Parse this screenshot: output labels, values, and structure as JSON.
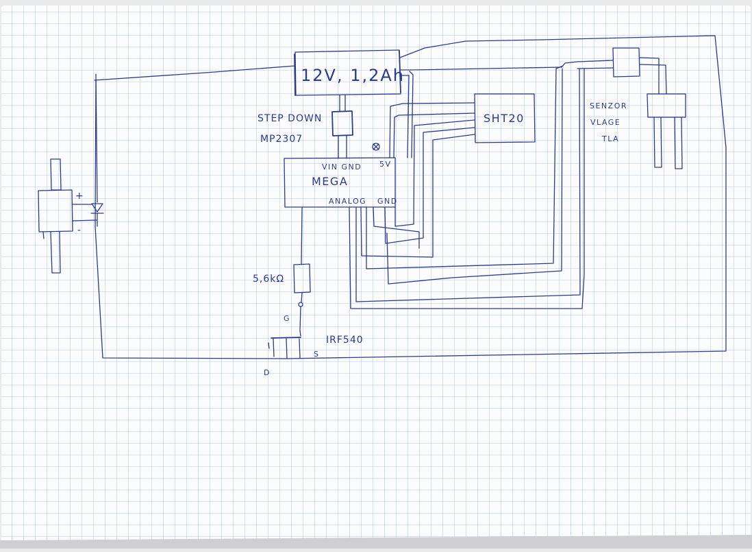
{
  "battery": {
    "label": "12V, 1,2Ah"
  },
  "stepdown": {
    "line1": "STEP DOWN",
    "line2": "MP2307"
  },
  "mega": {
    "title": "MEGA",
    "pins_top": "VIN GND",
    "pin_5v": "5V",
    "pin_analog": "ANALOG",
    "pin_gnd": "GND"
  },
  "sht20": {
    "label": "SHT20"
  },
  "soil_sensor": {
    "line1": "SENZOR",
    "line2": "VLAGE",
    "line3": "TLA"
  },
  "resistor": {
    "label": "5,6kΩ"
  },
  "mosfet": {
    "name": "IRF540",
    "gate": "G",
    "drain": "D",
    "source": "S"
  },
  "pump": {
    "plus": "+",
    "minus": "-"
  },
  "colors": {
    "ink": "#2c3a8c",
    "grid": "#9fb6e6",
    "paper": "#fbfcfe"
  }
}
